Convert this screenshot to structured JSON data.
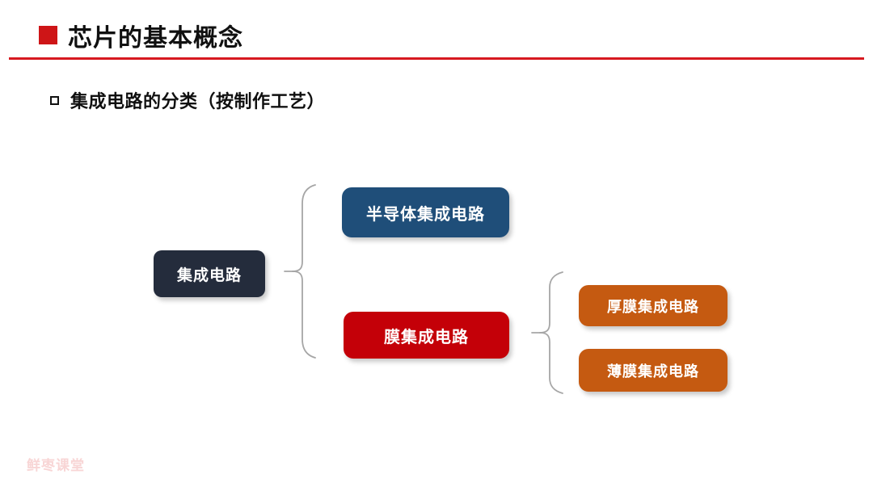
{
  "slide": {
    "title": "芯片的基本概念",
    "subtitle": "集成电路的分类（按制作工艺）",
    "watermark": "鲜枣课堂",
    "accent_color": "#D71920",
    "bullet_color": "#CE1517"
  },
  "diagram": {
    "type": "tree",
    "nodes": [
      {
        "id": "root",
        "label": "集成电路",
        "color": "#242C3C",
        "level": 0
      },
      {
        "id": "semiconductor",
        "label": "半导体集成电路",
        "color": "#1F4E79",
        "level": 1
      },
      {
        "id": "film",
        "label": "膜集成电路",
        "color": "#C40008",
        "level": 1
      },
      {
        "id": "thick-film",
        "label": "厚膜集成电路",
        "color": "#C55A11",
        "level": 2
      },
      {
        "id": "thin-film",
        "label": "薄膜集成电路",
        "color": "#C55A11",
        "level": 2
      }
    ],
    "connectors": [
      {
        "id": "brace-left",
        "from": "root",
        "to": [
          "semiconductor",
          "film"
        ],
        "style": "curly-brace",
        "color": "#A6A6A6"
      },
      {
        "id": "brace-right",
        "from": "film",
        "to": [
          "thick-film",
          "thin-film"
        ],
        "style": "curly-brace",
        "color": "#A6A6A6"
      }
    ]
  }
}
